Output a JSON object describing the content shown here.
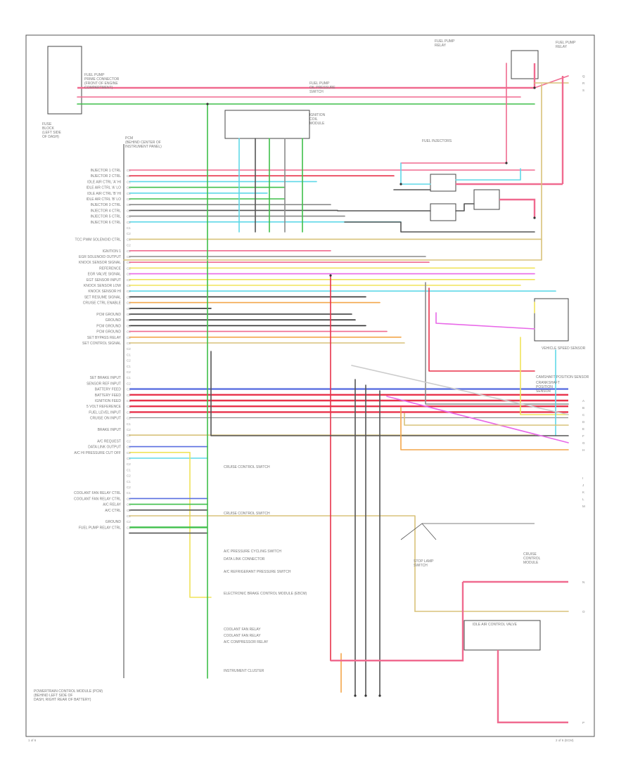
{
  "diagram": {
    "footer_left": "1 of 6",
    "footer_right": "2 of 6 (ECM)",
    "pcm_label": "PCM\n(BEHIND CENTER OF\nINSTRUMENT PANEL)",
    "pcm_title": "POWERTRAIN CONTROL MODULE (PCM)\n(BEHIND LEFT SIDE OF\nDASH, RIGHT REAR OF BATTERY)"
  },
  "colors": {
    "pink": "#f06a8f",
    "red": "#e8324a",
    "green": "#3fbf4a",
    "lgreen": "#9be08e",
    "cyan": "#5fd8e8",
    "yellow": "#f0e35a",
    "magenta": "#e868e8",
    "gray": "#8a8a8a",
    "dkgray": "#555555",
    "tan": "#d8c27a",
    "orange": "#f3a64a",
    "blue": "#5a6fe0",
    "black": "#333333",
    "white": "#cccccc"
  },
  "left_labels": [
    "INJECTOR 1 CTRL",
    "INJECTOR 2 CTRL",
    "IDLE AIR CTRL 'A' HI",
    "IDLE AIR CTRL 'A' LO",
    "IDLE AIR CTRL 'B' HI",
    "IDLE AIR CTRL 'B' LO",
    "INJECTOR 3 CTRL",
    "INJECTOR 4 CTRL",
    "INJECTOR 5 CTRL",
    "INJECTOR 6 CTRL",
    "",
    "",
    "TCC PWM SOLENOID CTRL",
    "",
    "IGNITION 1",
    "EGR SOLENOID OUTPUT",
    "KNOCK SENSOR SIGNAL",
    "REFERENCE",
    "EGR VALVE SIGNAL",
    "EGT SENSOR INPUT",
    "KNOCK SENSOR LOW",
    "KNOCK SENSOR HI",
    "SET RESUME SIGNAL",
    "CRUISE CTRL ENABLE",
    "",
    "PCM GROUND",
    "GROUND",
    "PCM GROUND",
    "PCM GROUND",
    "SET BYPASS RELAY",
    "SET CONTROL SIGNAL",
    "",
    "",
    "",
    "",
    "",
    "SET BRAKE INPUT",
    "SENSOR REF INPUT",
    "BATTERY FEED",
    "BATTERY FEED",
    "IGNITION FEED",
    "5 VOLT REFERENCE",
    "FUEL LEVEL INPUT",
    "CRUISE ON INPUT",
    "",
    "BRAKE INPUT",
    "",
    "A/C REQUEST",
    "DATA LINK OUTPUT",
    "A/C HI PRESSURE CUT OFF",
    "",
    "",
    "",
    "",
    "",
    "",
    "COOLANT FAN RELAY CTRL",
    "COOLANT FAN RELAY CTRL",
    "A/C RELAY",
    "A/C CTRL",
    "",
    "GROUND",
    "FUEL PUMP RELAY CTRL"
  ],
  "right_callouts": [
    "CRUISE CONTROL SWITCH",
    "CRUISE CONTROL SWITCH",
    "A/C PRESSURE CYCLING SWITCH",
    "DATA LINK CONNECTOR",
    "A/C REFRIGERANT PRESSURE SWITCH",
    "ELECTRONIC BRAKE CONTROL MODULE (EBCM)",
    "COOLANT FAN RELAY",
    "COOLANT FAN RELAY",
    "A/C COMPRESSOR RELAY",
    "INSTRUMENT CLUSTER"
  ],
  "top_callouts": [
    "FUEL PUMP\nPRIME CONNECTOR\n(FRONT OF ENGINE\nCOMPARTMENT)",
    "FUSE\nBLOCK\n(LEFT SIDE\nOF DASH)",
    "FUEL PUMP\nRELAY",
    "IGNITION\nCOIL\nMODULE",
    "FUEL INJECTORS",
    "FUEL PUMP\nOIL PRESSURE\nSWITCH",
    "FUEL PUMP\nRELAY"
  ],
  "right_components": [
    "VEHICLE SPEED SENSOR",
    "CAMSHAFT POSITION SENSOR",
    "CRANKSHAFT\nPOSITION\nSENSOR",
    "STOP LAMP\nSWITCH",
    "CRUISE\nCONTROL\nMODULE",
    "IDLE AIR CONTROL VALVE"
  ],
  "pin_ids": [
    "C1-1",
    "C1-2",
    "C1-3",
    "C1-4",
    "C1-5",
    "C1-6",
    "C1-7",
    "C1-8",
    "C1-9",
    "C1-10",
    "C1-11",
    "C1-12",
    "C1-13"
  ],
  "edge_markers": [
    "A",
    "B",
    "C",
    "D",
    "E",
    "F",
    "G",
    "H",
    "I",
    "J",
    "K",
    "L",
    "M",
    "N",
    "O",
    "P",
    "Q",
    "R",
    "S"
  ]
}
